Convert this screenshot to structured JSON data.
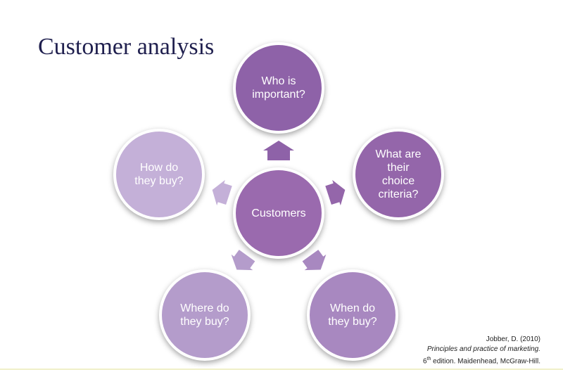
{
  "title": "Customer analysis",
  "colors": {
    "center": "#9a6aae",
    "top": "#8e62a8",
    "right": "#9466aa",
    "left": "#c4b0d8",
    "bottom_left": "#b49ccb",
    "bottom_right": "#a888c0",
    "title": "#1f1f4e"
  },
  "nodes": {
    "center": "Customers",
    "top": "Who is\nimportant?",
    "right": "What are\ntheir\nchoice\ncriteria?",
    "left": "How do\nthey buy?",
    "bottom_left": "Where do\nthey buy?",
    "bottom_right": "When do\nthey buy?"
  },
  "citation": {
    "line1": "Jobber, D. (2010)",
    "line2": "Principles and practice of marketing.",
    "line3_prefix": "6",
    "line3_sup": "th",
    "line3_rest": " edition. Maidenhead, McGraw-Hill."
  }
}
